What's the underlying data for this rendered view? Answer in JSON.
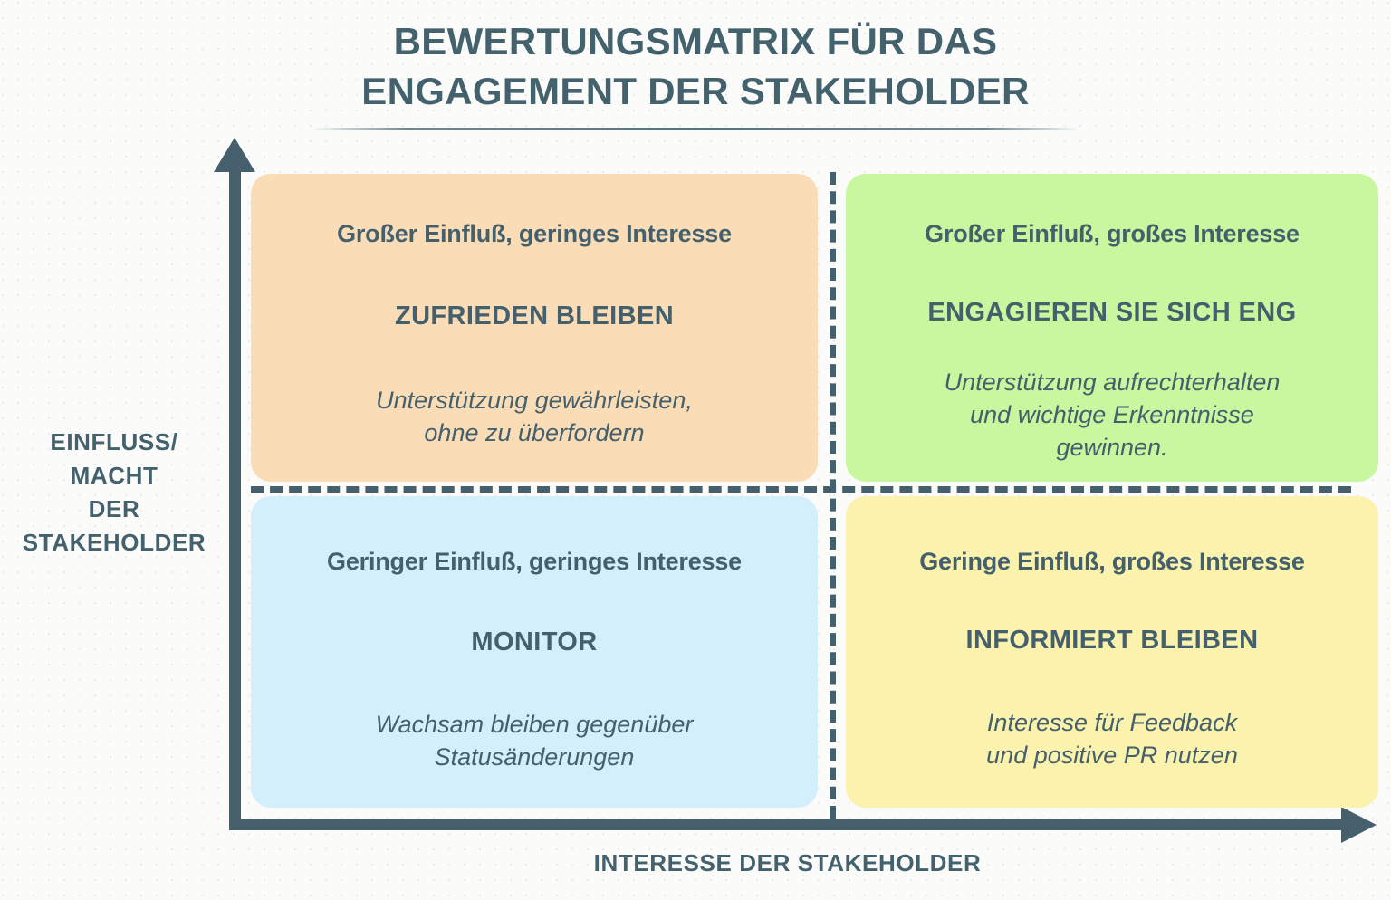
{
  "title": {
    "line1": "BEWERTUNGSMATRIX FÜR DAS",
    "line2": "ENGAGEMENT DER STAKEHOLDER"
  },
  "axes": {
    "y_label": "EINFLUSS/\nMACHT\nDER\nSTAKEHOLDER",
    "x_label": "INTERESSE DER STAKEHOLDER"
  },
  "colors": {
    "text": "#44626d",
    "axis": "#45606c",
    "background": "#fbfbfa",
    "quadrant_high_power_low_interest": "#fadcb6",
    "quadrant_high_power_high_interest": "#c9f79f",
    "quadrant_low_power_low_interest": "#d3effb",
    "quadrant_low_power_high_interest": "#fbf2ad"
  },
  "chart_data": {
    "type": "table",
    "title": "BEWERTUNGSMATRIX FÜR DAS ENGAGEMENT DER STAKEHOLDER",
    "xlabel": "INTERESSE DER STAKEHOLDER",
    "ylabel": "EINFLUSS/ MACHT DER STAKEHOLDER",
    "quadrants": [
      {
        "position": "top-left",
        "header": "Großer Einfluß, geringes Interesse",
        "action": "ZUFRIEDEN BLEIBEN",
        "description": "Unterstützung gewährleisten,\nohne zu überfordern",
        "color": "#fadcb6"
      },
      {
        "position": "top-right",
        "header": "Großer Einfluß, großes Interesse",
        "action": "ENGAGIEREN SIE SICH ENG",
        "description": "Unterstützung aufrechterhalten\nund wichtige Erkenntnisse\ngewinnen.",
        "color": "#c9f79f"
      },
      {
        "position": "bottom-left",
        "header": "Geringer Einfluß, geringes Interesse",
        "action": "MONITOR",
        "description": "Wachsam bleiben gegenüber\nStatusänderungen",
        "color": "#d3effb"
      },
      {
        "position": "bottom-right",
        "header": "Geringe Einfluß, großes Interesse",
        "action": "INFORMIERT BLEIBEN",
        "description": "Interesse für Feedback\nund positive PR nutzen",
        "color": "#fbf2ad"
      }
    ]
  },
  "quadrants": {
    "tl": {
      "header": "Großer Einfluß, geringes Interesse",
      "action": "ZUFRIEDEN BLEIBEN",
      "desc_line1": "Unterstützung gewährleisten,",
      "desc_line2": "ohne zu überfordern"
    },
    "tr": {
      "header": "Großer Einfluß, großes Interesse",
      "action": "ENGAGIEREN SIE SICH ENG",
      "desc_line1": "Unterstützung aufrechterhalten",
      "desc_line2": "und wichtige Erkenntnisse",
      "desc_line3": "gewinnen."
    },
    "bl": {
      "header": "Geringer Einfluß, geringes Interesse",
      "action": "MONITOR",
      "desc_line1": "Wachsam bleiben gegenüber",
      "desc_line2": "Statusänderungen"
    },
    "br": {
      "header": "Geringe Einfluß, großes Interesse",
      "action": "INFORMIERT BLEIBEN",
      "desc_line1": "Interesse für Feedback",
      "desc_line2": "und positive PR nutzen"
    }
  }
}
